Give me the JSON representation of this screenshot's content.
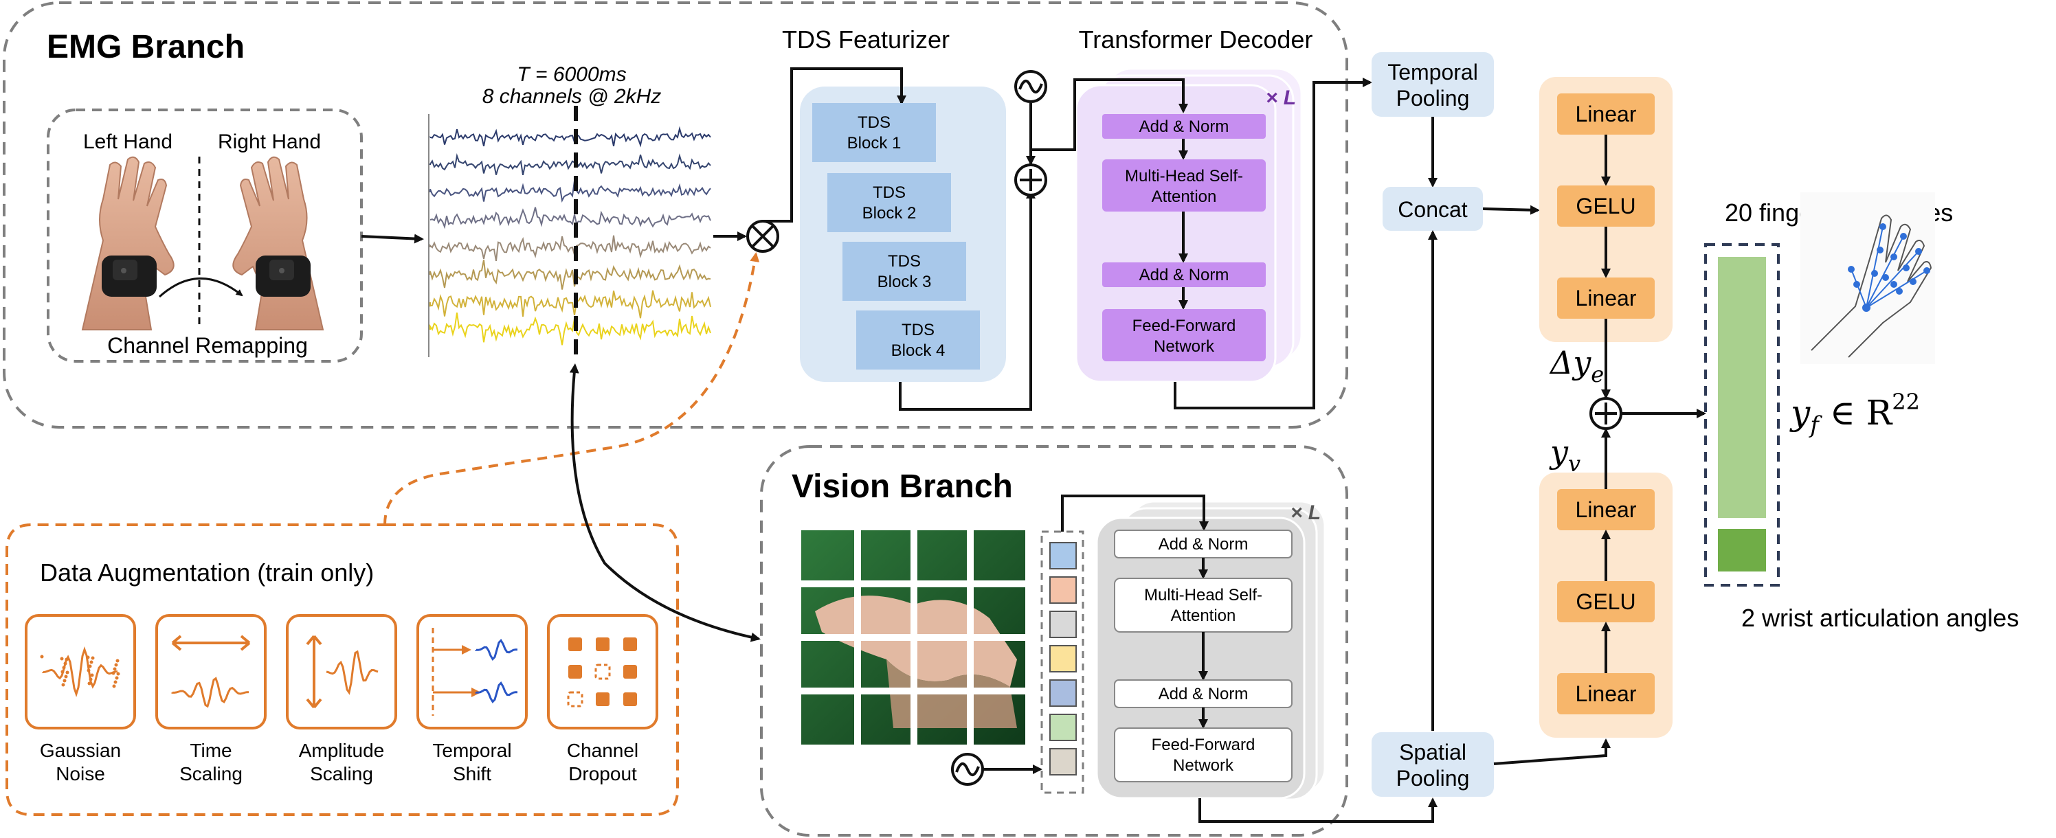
{
  "emg": {
    "title": "EMG Branch",
    "left_hand": "Left Hand",
    "right_hand": "Right Hand",
    "remap": "Channel Remapping",
    "signal_line1": "T = 6000ms",
    "signal_line2": "8 channels @ 2kHz",
    "tds_title": "TDS Featurizer",
    "tds_blocks": [
      {
        "line1": "TDS",
        "line2": "Block 1"
      },
      {
        "line1": "TDS",
        "line2": "Block 2"
      },
      {
        "line1": "TDS",
        "line2": "Block 3"
      },
      {
        "line1": "TDS",
        "line2": "Block 4"
      }
    ],
    "decoder_title": "Transformer Decoder",
    "repeat": "× L",
    "dec_add_norm_1": "Add & Norm",
    "dec_mhsa_1": "Multi-Head Self-",
    "dec_mhsa_2": "Attention",
    "dec_add_norm_2": "Add & Norm",
    "dec_ffn_1": "Feed-Forward",
    "dec_ffn_2": "Network",
    "channel_colors": [
      "#2b3a6b",
      "#35456f",
      "#4a5580",
      "#6e6f86",
      "#9a8a78",
      "#b59a55",
      "#d2b23a",
      "#ead31c"
    ]
  },
  "vision": {
    "title": "Vision Branch",
    "repeat": "× L",
    "add_norm_1": "Add & Norm",
    "mhsa_1": "Multi-Head Self-",
    "mhsa_2": "Attention",
    "add_norm_2": "Add & Norm",
    "ffn_1": "Feed-Forward",
    "ffn_2": "Network",
    "token_colors": [
      "#a9c8ea",
      "#f4c2a8",
      "#d9d9d9",
      "#fbe29a",
      "#a9bde0",
      "#c3e1b6",
      "#dcd6cb"
    ]
  },
  "augment": {
    "title": "Data Augmentation (train only)",
    "items": [
      {
        "line1": "Gaussian",
        "line2": "Noise",
        "icon": "gaussian-noise-icon"
      },
      {
        "line1": "Time",
        "line2": "Scaling",
        "icon": "time-scaling-icon"
      },
      {
        "line1": "Amplitude",
        "line2": "Scaling",
        "icon": "amplitude-scaling-icon"
      },
      {
        "line1": "Temporal",
        "line2": "Shift",
        "icon": "temporal-shift-icon"
      },
      {
        "line1": "Channel",
        "line2": "Dropout",
        "icon": "channel-dropout-icon"
      }
    ],
    "accent": "#e07b2c"
  },
  "fusion": {
    "temporal_1": "Temporal",
    "temporal_2": "Pooling",
    "concat": "Concat",
    "spatial_1": "Spatial",
    "spatial_2": "Pooling",
    "mlp_top": [
      "Linear",
      "GELU",
      "Linear"
    ],
    "mlp_bottom": [
      "Linear",
      "GELU",
      "Linear"
    ],
    "delta": "Δy",
    "delta_sub": "e",
    "yv": "y",
    "yv_sub": "v",
    "finger_label": "20 finger joint angles",
    "wrist_label": "2 wrist articulation angles",
    "yf": "y",
    "yf_sub": "f",
    "yf_rest": " ∈ R",
    "yf_sup": "22"
  },
  "colors": {
    "dashed_gray": "#7f7f7f",
    "light_blue": "#dbe8f5",
    "tds_block": "#a8c8ea",
    "purple": "#c68ef0",
    "purple_bg": "#f0e2fb",
    "gray_stack": "#d9d9d9",
    "orange_block": "#f7b66b",
    "orange_bg": "#fde7cf",
    "green_big": "#a9d08e",
    "green_small": "#70ad47"
  }
}
